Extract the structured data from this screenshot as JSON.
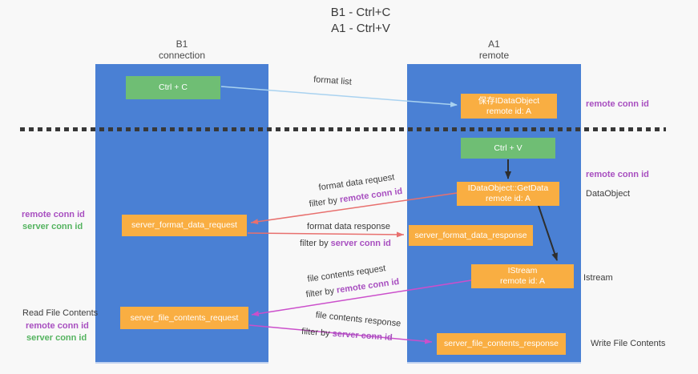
{
  "title": {
    "line1": "B1 - Ctrl+C",
    "line2": "A1 - Ctrl+V"
  },
  "columns": {
    "left": {
      "name": "B1",
      "subtitle": "connection"
    },
    "right": {
      "name": "A1",
      "subtitle": "remote"
    }
  },
  "nodes": {
    "ctrl_c": "Ctrl + C",
    "ctrl_v": "Ctrl + V",
    "save_idataobject": {
      "line1": "保存IDataObject",
      "line2": "remote id: A"
    },
    "idataobject_getdata": {
      "line1": "IDataObject::GetData",
      "line2": "remote id: A"
    },
    "istream": {
      "line1": "IStream",
      "line2": "remote id: A"
    },
    "server_format_data_request": "server_format_data_request",
    "server_format_data_response": "server_format_data_response",
    "server_file_contents_request": "server_file_contents_request",
    "server_file_contents_response": "server_file_contents_response"
  },
  "side_labels": {
    "right_remote_conn_id_top": "remote conn id",
    "right_remote_conn_id_mid": "remote conn id",
    "dataobject": "DataObject",
    "istream": "Istream",
    "write_file_contents": "Write File Contents",
    "left_remote_conn_id_1": "remote conn id",
    "left_server_conn_id_1": "server conn id",
    "read_file_contents": "Read File Contents",
    "left_remote_conn_id_2": "remote conn id",
    "left_server_conn_id_2": "server conn id"
  },
  "arrow_labels": {
    "format_list": "format list",
    "format_data_request": "format data request",
    "format_data_response": "format data response",
    "file_contents_request": "file contents request",
    "file_contents_response": "file contents response",
    "filter_by": "filter by",
    "remote_conn_id": "remote conn id",
    "server_conn_id": "server conn id"
  },
  "colors": {
    "column_blue": "#4a80d4",
    "box_green": "#6fbe74",
    "box_orange": "#f9ae42",
    "purple": "#a84fc0",
    "green_text": "#54b35f",
    "arrow_lightblue": "#a9d2f0",
    "arrow_red": "#e8706e",
    "arrow_magenta": "#cb4fcb",
    "arrow_black": "#2e2e2e"
  }
}
